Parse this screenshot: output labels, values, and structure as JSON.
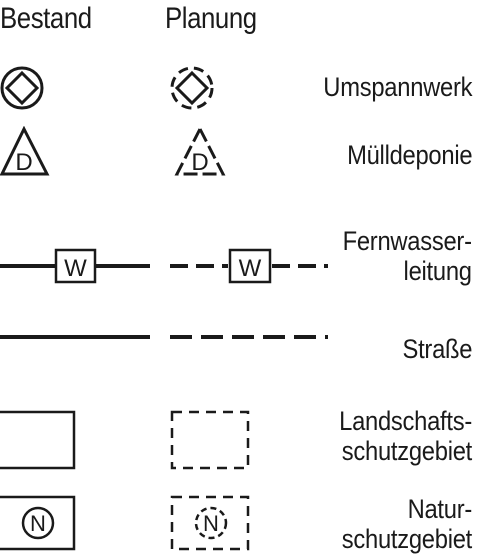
{
  "headers": {
    "existing": "Bestand",
    "planned": "Planung"
  },
  "legend": [
    {
      "id": "umspannwerk",
      "lines": [
        "Umspannwerk"
      ],
      "symbol": "diamond-in-circle-icon"
    },
    {
      "id": "muelldeponie",
      "lines": [
        "Mülldeponie"
      ],
      "symbol": "triangle-d-icon",
      "letter": "D"
    },
    {
      "id": "fernwasserleitung",
      "lines": [
        "Fernwasser-",
        "leitung"
      ],
      "symbol": "line-with-w-box",
      "letter": "W"
    },
    {
      "id": "strasse",
      "lines": [
        "Straße"
      ],
      "symbol": "line"
    },
    {
      "id": "landschaftsschutzgebiet",
      "lines": [
        "Landschafts-",
        "schutzgebiet"
      ],
      "symbol": "rectangle"
    },
    {
      "id": "naturschutzgebiet",
      "lines": [
        "Natur-",
        "schutzgebiet"
      ],
      "symbol": "rectangle-with-n-circle",
      "letter": "N"
    }
  ],
  "colors": {
    "ink": "#1a1a1a",
    "background": "#ffffff"
  }
}
